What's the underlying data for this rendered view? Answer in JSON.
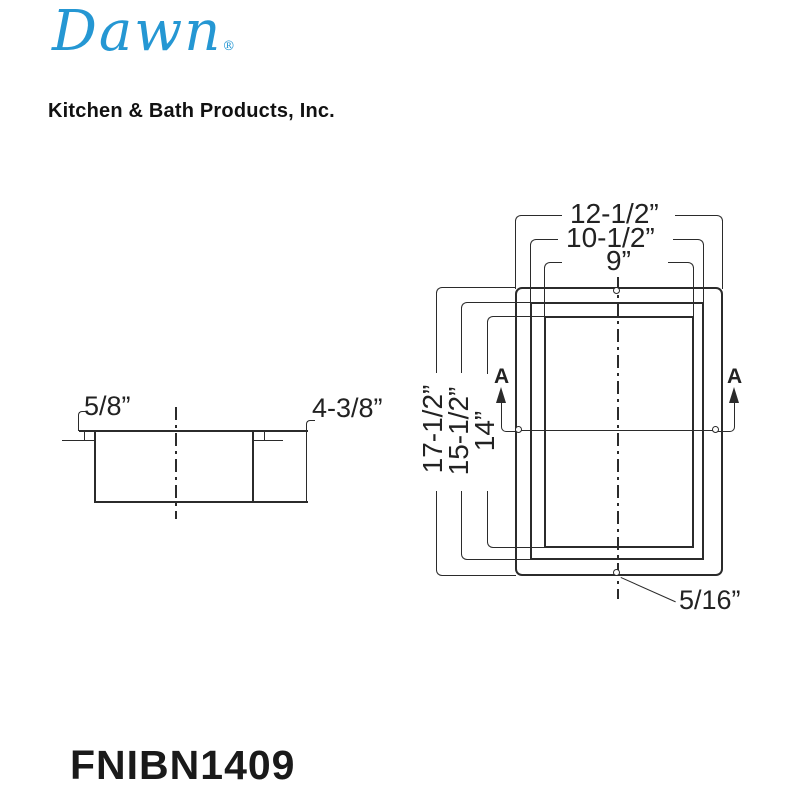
{
  "header": {
    "logo_text": "Dawn",
    "registered_mark": "®",
    "tagline": "Kitchen & Bath Products, Inc.",
    "logo_color": "#2597d3"
  },
  "drawing": {
    "line_color": "#2b2b2b",
    "front_view": {
      "dim_width_outer": "12-1/2”",
      "dim_width_middle": "10-1/2”",
      "dim_width_inner": "9”",
      "dim_height_outer": "17-1/2”",
      "dim_height_middle": "15-1/2”",
      "dim_height_inner": "14”",
      "hole_diameter": "5/16”",
      "section_marker": "A"
    },
    "section_view": {
      "flange_lip": "5/8”",
      "depth": "4-3/8”"
    }
  },
  "footer": {
    "model_number": "FNIBN1409"
  }
}
